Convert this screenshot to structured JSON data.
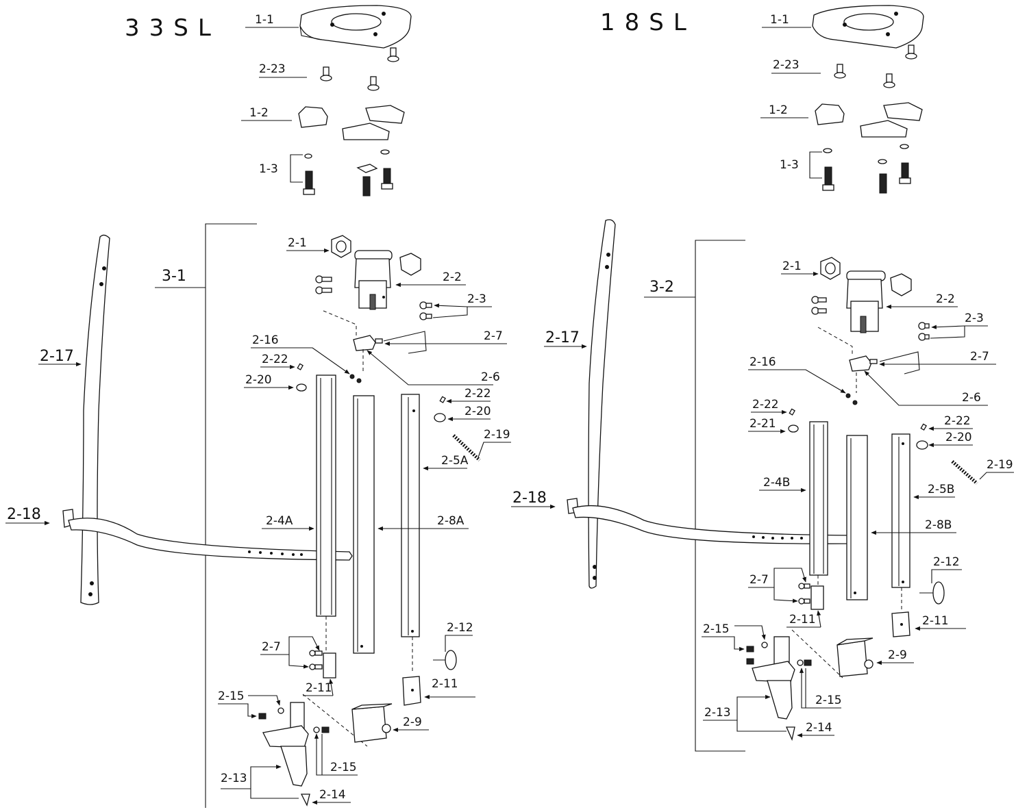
{
  "diagram": {
    "left_model": "33SL",
    "right_model": "18SL",
    "labels": {
      "l_1_1": "1-1",
      "l_2_23": "2-23",
      "l_1_2": "1-2",
      "l_1_3": "1-3",
      "l_3_1": "3-1",
      "l_2_1": "2-1",
      "l_2_2": "2-2",
      "l_2_3": "2-3",
      "l_2_16": "2-16",
      "l_2_7a": "2-7",
      "l_2_22a": "2-22",
      "l_2_20a": "2-20",
      "l_2_6": "2-6",
      "l_2_22b": "2-22",
      "l_2_20b": "2-20",
      "l_2_19": "2-19",
      "l_2_17": "2-17",
      "l_2_5A": "2-5A",
      "l_2_18": "2-18",
      "l_2_4A": "2-4A",
      "l_2_8A": "2-8A",
      "l_2_12": "2-12",
      "l_2_7b": "2-7",
      "l_2_11a": "2-11",
      "l_2_11b": "2-11",
      "l_2_15a": "2-15",
      "l_2_9": "2-9",
      "l_2_15b": "2-15",
      "l_2_13": "2-13",
      "l_2_14": "2-14",
      "r_1_1": "1-1",
      "r_2_23": "2-23",
      "r_1_2": "1-2",
      "r_1_3": "1-3",
      "r_3_2": "3-2",
      "r_2_1": "2-1",
      "r_2_2": "2-2",
      "r_2_3": "2-3",
      "r_2_17": "2-17",
      "r_2_7a": "2-7",
      "r_2_16": "2-16",
      "r_2_6": "2-6",
      "r_2_22a": "2-22",
      "r_2_21": "2-21",
      "r_2_22b": "2-22",
      "r_2_20": "2-20",
      "r_2_19": "2-19",
      "r_2_4B": "2-4B",
      "r_2_5B": "2-5B",
      "r_2_18": "2-18",
      "r_2_8B": "2-8B",
      "r_2_12": "2-12",
      "r_2_7b": "2-7",
      "r_2_11a": "2-11",
      "r_2_11b": "2-11",
      "r_2_15a": "2-15",
      "r_2_9": "2-9",
      "r_2_15b": "2-15",
      "r_2_13": "2-13",
      "r_2_14": "2-14"
    }
  }
}
